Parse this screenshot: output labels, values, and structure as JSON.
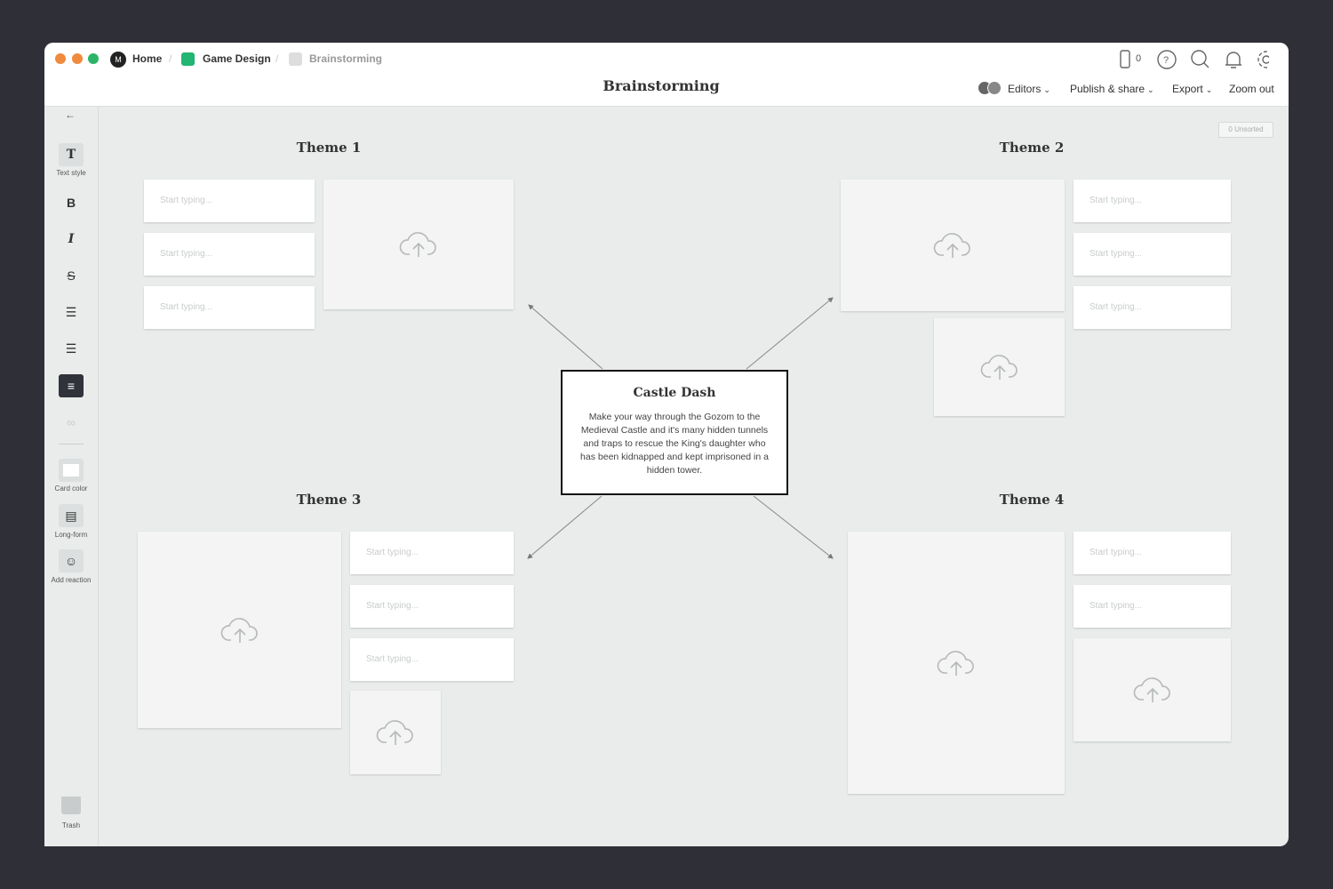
{
  "window": {
    "traffic_lights": [
      "#f08a3c",
      "#f08a3c",
      "#2bb466"
    ]
  },
  "breadcrumb": {
    "items": [
      {
        "label": "Home",
        "icon": "milanote-logo"
      },
      {
        "label": "Game Design",
        "color": "#22b573"
      },
      {
        "label": "Brainstorming",
        "color": "#dddddd"
      }
    ]
  },
  "header": {
    "title": "Brainstorming",
    "device_count": "0",
    "menus": {
      "editors": "Editors",
      "publish": "Publish & share",
      "export": "Export",
      "zoom": "Zoom out"
    }
  },
  "sidebar": {
    "back": "←",
    "tools": {
      "text_style": "Text style",
      "bold": "B",
      "italic": "I",
      "strike": "S",
      "card_color": "Card color",
      "long_form": "Long-form",
      "reaction": "Add reaction",
      "trash": "Trash"
    }
  },
  "canvas": {
    "unsorted": "0 Unsorted",
    "themes": [
      "Theme 1",
      "Theme 2",
      "Theme 3",
      "Theme 4"
    ],
    "placeholder": "Start typing...",
    "center_card": {
      "title": "Castle Dash",
      "body": "Make your way through the Gozom to the Medieval Castle and it's many hidden tunnels and traps to rescue the King's daughter who has been kidnapped and kept imprisoned in a hidden tower."
    }
  }
}
